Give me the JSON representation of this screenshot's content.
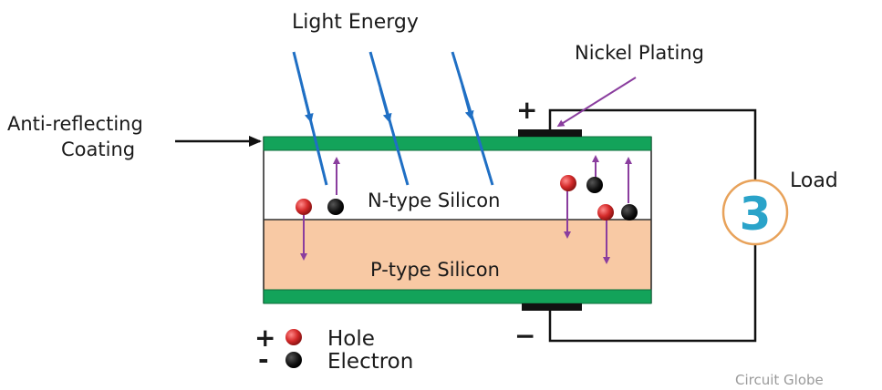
{
  "labels": {
    "light_energy": "Light Energy",
    "nickel_plating": "Nickel Plating",
    "anti_reflecting_line1": "Anti-reflecting",
    "anti_reflecting_line2": "Coating",
    "n_type": "N-type Silicon",
    "p_type": "P-type Silicon",
    "load": "Load",
    "load_symbol": "3",
    "plus_terminal": "+",
    "minus_terminal": "−"
  },
  "legend": {
    "hole": {
      "sign": "+",
      "label": "Hole"
    },
    "electron": {
      "sign": "-",
      "label": "Electron"
    }
  },
  "watermark": "Circuit Globe",
  "colors": {
    "coating": "#13a35a",
    "n_layer": "#ffffff",
    "p_layer": "#f8c9a4",
    "light_ray": "#1f6fc4",
    "arrow_purple": "#8a3d9e",
    "hole": "#d42a2a",
    "electron": "#111111",
    "load_ring": "#e8a25a",
    "load_symbol": "#2aa3c9",
    "wire": "#111111"
  }
}
